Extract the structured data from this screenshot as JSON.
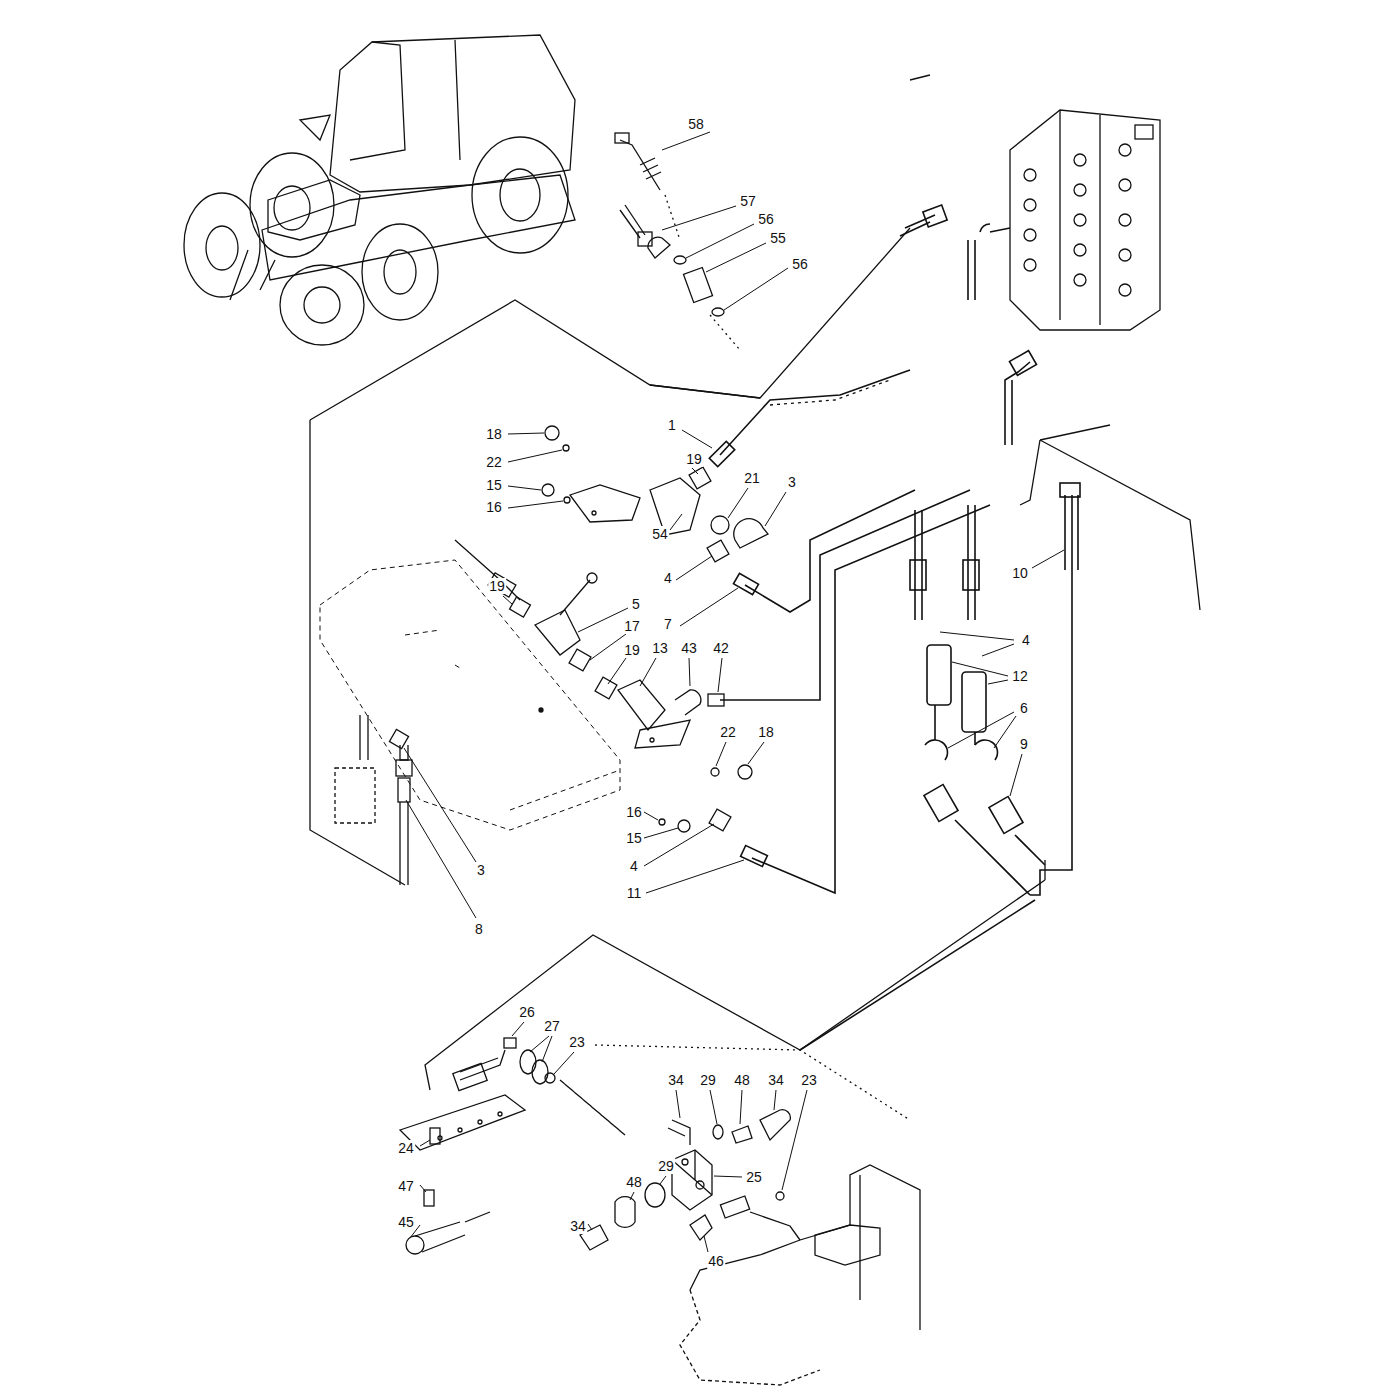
{
  "diagram": {
    "labels": [
      "58",
      "57",
      "56",
      "55",
      "56",
      "1",
      "18",
      "22",
      "19",
      "21",
      "3",
      "15",
      "16",
      "54",
      "10",
      "19",
      "4",
      "5",
      "7",
      "4",
      "17",
      "43",
      "42",
      "19",
      "13",
      "12",
      "6",
      "22",
      "18",
      "9",
      "16",
      "15",
      "4",
      "11",
      "3",
      "8",
      "26",
      "27",
      "23",
      "34",
      "29",
      "48",
      "34",
      "23",
      "24",
      "25",
      "48",
      "29",
      "47",
      "34",
      "45",
      "46"
    ]
  }
}
